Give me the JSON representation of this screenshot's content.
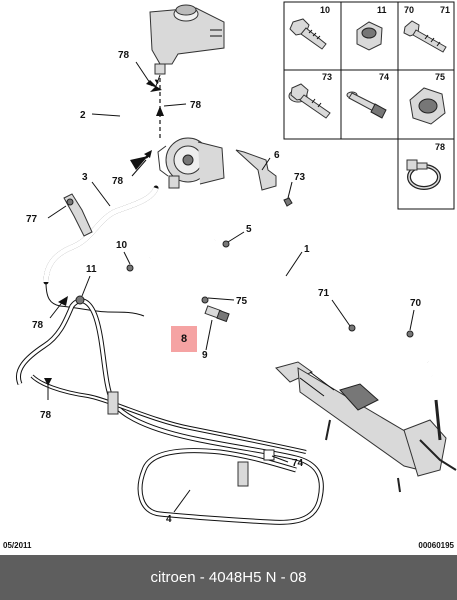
{
  "callouts": [
    "78",
    "2",
    "78",
    "78",
    "3",
    "77",
    "6",
    "73",
    "10",
    "5",
    "11",
    "1",
    "78",
    "75",
    "8",
    "9",
    "71",
    "70",
    "78",
    "74",
    "4"
  ],
  "highlighted_part": "8",
  "inset_labels": [
    "10",
    "11",
    "70",
    "71",
    "73",
    "74",
    "75",
    "78"
  ],
  "footer": {
    "date": "05/2011",
    "ref": "00060195",
    "caption": "citroen - 4048H5     N - 08"
  },
  "colors": {
    "highlight": "#f5a3a3",
    "footer_bar": "#5e5e5e"
  }
}
